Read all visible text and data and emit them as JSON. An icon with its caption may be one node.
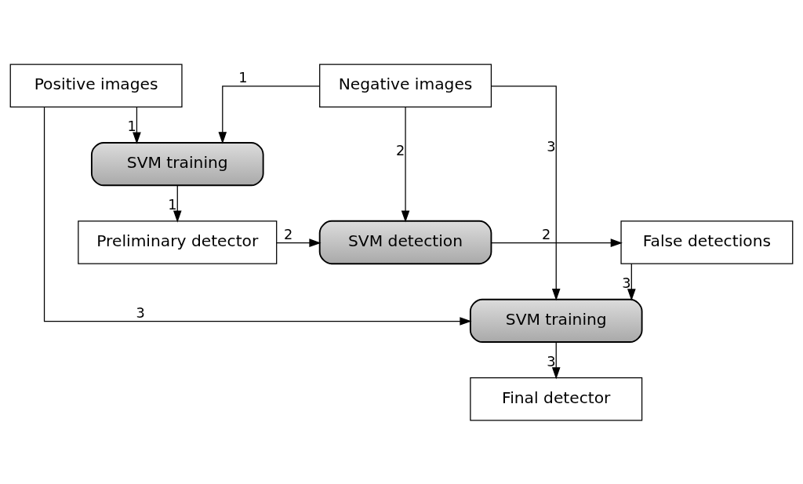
{
  "diagram": {
    "nodes": [
      {
        "text": [
          "Positive images"
        ]
      },
      {
        "text": [
          "Negative images"
        ]
      },
      {
        "text": [
          "SVM training"
        ]
      },
      {
        "text": [
          "Preliminary detector"
        ]
      },
      {
        "text": [
          "SVM detection"
        ]
      },
      {
        "text": [
          "False detections"
        ]
      },
      {
        "text": [
          "SVM training"
        ]
      },
      {
        "text": [
          "Final detector"
        ]
      }
    ],
    "edges": [
      {
        "from": 0,
        "to": 2,
        "arrow": "to",
        "label": "1"
      },
      {
        "from": 1,
        "to": 2,
        "arrow": "to",
        "label": "1"
      },
      {
        "from": 2,
        "to": 3,
        "arrow": "to",
        "label": "1"
      },
      {
        "from": 1,
        "to": 4,
        "arrow": "to",
        "label": "2"
      },
      {
        "from": 3,
        "to": 4,
        "arrow": "to",
        "label": "2"
      },
      {
        "from": 4,
        "to": 5,
        "arrow": "to",
        "label": "2"
      },
      {
        "from": 0,
        "to": 6,
        "arrow": "to",
        "label": "3"
      },
      {
        "from": 1,
        "to": 6,
        "arrow": "to",
        "label": "3"
      },
      {
        "from": 5,
        "to": 6,
        "arrow": "to",
        "label": "3"
      },
      {
        "from": 6,
        "to": 7,
        "arrow": "to",
        "label": "3"
      }
    ]
  }
}
